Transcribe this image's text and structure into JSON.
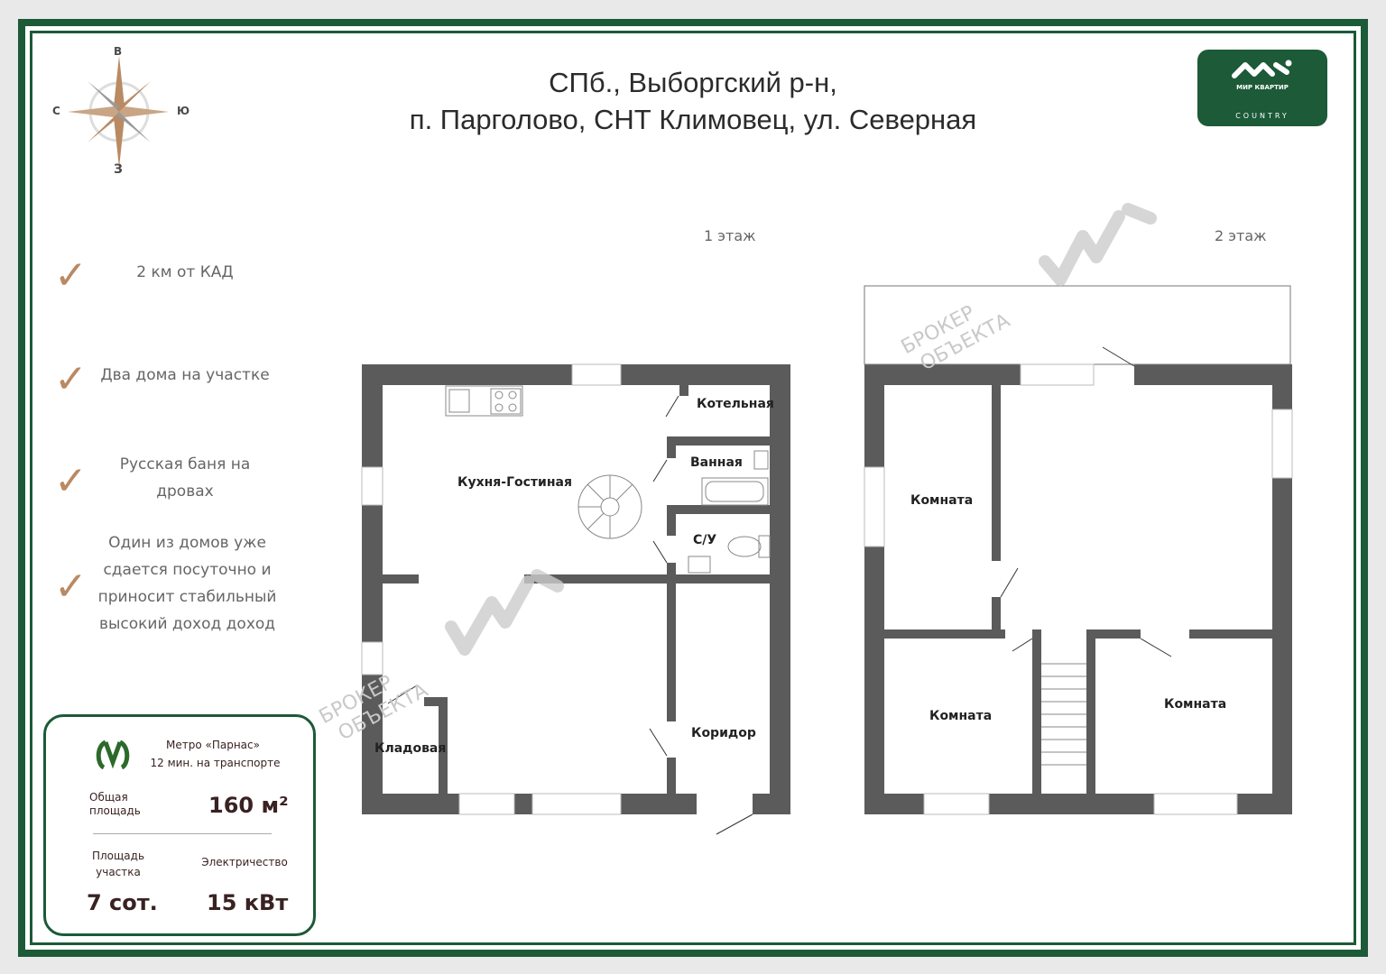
{
  "header": {
    "line1": "СПб., Выборгский р-н,",
    "line2": "п. Парголово, СНТ Климовец, ул. Северная"
  },
  "logo": {
    "brand": "МИР КВАРТИР",
    "sub": "COUNTRY"
  },
  "compass": {
    "north": "В",
    "south": "З",
    "west": "С",
    "east": "Ю"
  },
  "features": [
    "2 км от КАД",
    "Два дома на участке",
    "Русская  баня на дровах",
    "Один из домов уже сдается посуточно и приносит стабильный высокий доход доход"
  ],
  "floors": {
    "first": {
      "label": "1 этаж",
      "rooms": [
        "Котельная",
        "Ванная",
        "Кухня-Гостиная",
        "С/У",
        "Коридор",
        "Кладовая"
      ]
    },
    "second": {
      "label": "2 этаж",
      "rooms": [
        "Комната",
        "Комната",
        "Комната"
      ]
    }
  },
  "watermark": {
    "line1": "БРОКЕР",
    "line2": "ОБЪЕКТА"
  },
  "card": {
    "metro": "Метро «Парнас»",
    "transit": "12 мин. на транспорте",
    "area_label": "Общая площадь",
    "area_value": "160 м²",
    "plot_label": "Площадь участка",
    "plot_value": "7 сот.",
    "power_label": "Электричество",
    "power_value": "15 кВт"
  },
  "colors": {
    "brand": "#1c5a38",
    "wall": "#5b5b5b",
    "accent": "#b98a63"
  }
}
